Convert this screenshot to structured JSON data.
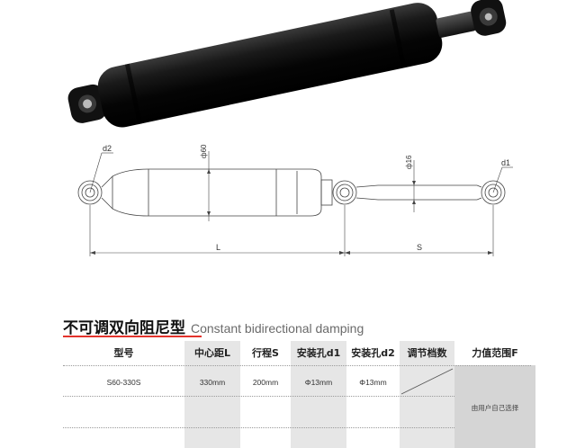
{
  "drawing": {
    "label_d2": "d2",
    "label_d1": "d1",
    "label_phi60": "ф60",
    "label_phi16": "ф16",
    "label_L": "L",
    "label_S": "S"
  },
  "section": {
    "title_cn": "不可调双向阻尼型",
    "title_en": "Constant bidirectional damping"
  },
  "table": {
    "headers": [
      "型号",
      "中心距L",
      "行程S",
      "安装孔d1",
      "安装孔d2",
      "调节档数",
      "力值范围F"
    ],
    "rows": [
      [
        "S60-330S",
        "330mm",
        "200mm",
        "Φ13mm",
        "Φ13mm",
        "",
        ""
      ]
    ],
    "force_range_note": "由用户自己选择"
  },
  "colors": {
    "accent_underline": "#e3332c",
    "shaded_column": "#e6e6e6",
    "force_cell": "#d5d5d5"
  }
}
